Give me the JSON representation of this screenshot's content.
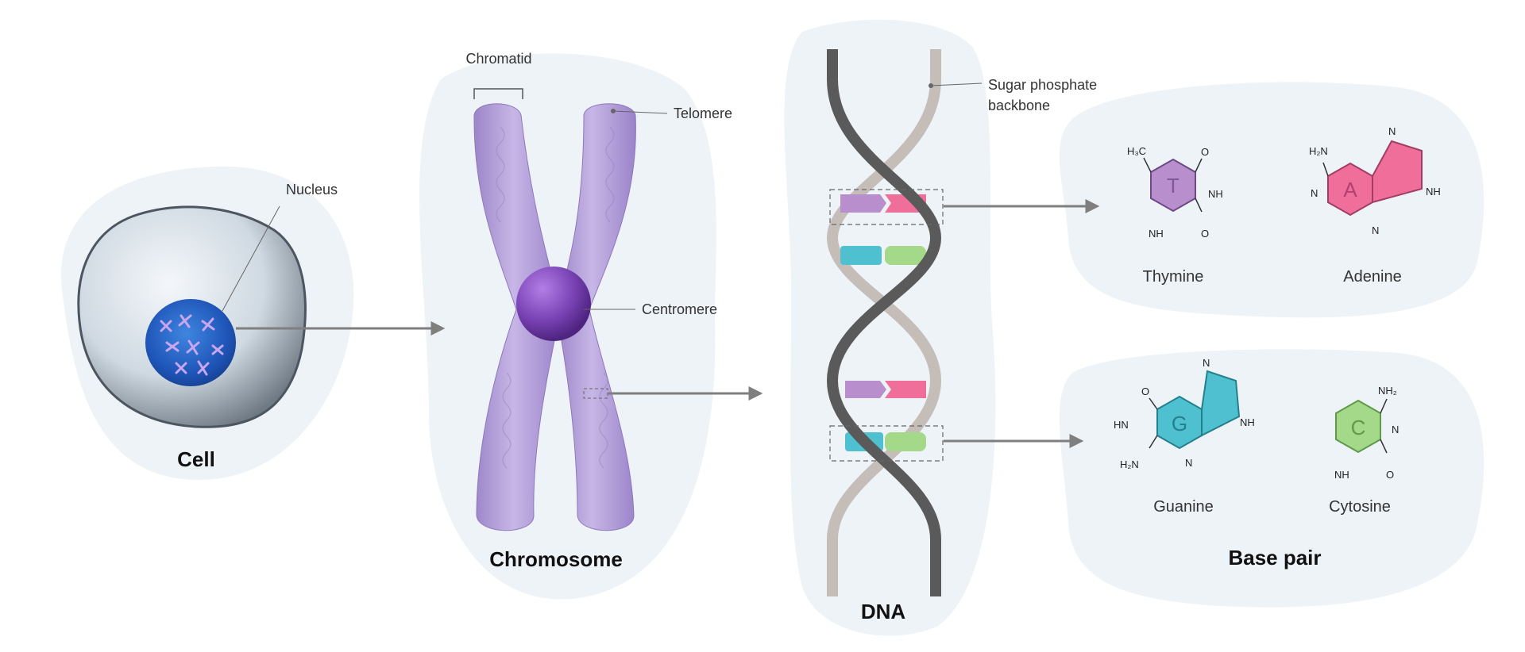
{
  "labels": {
    "chromatid": "Chromatid",
    "telomere": "Telomere",
    "nucleus": "Nucleus",
    "centromere": "Centromere",
    "backbone_line1": "Sugar phosphate",
    "backbone_line2": "backbone"
  },
  "captions": {
    "cell": "Cell",
    "chromosome": "Chromosome",
    "dna": "DNA",
    "base_pair": "Base pair"
  },
  "bases": {
    "thymine": {
      "name": "Thymine",
      "letter": "T",
      "color": "#b88fcc",
      "atoms": {
        "methyl": "H₃C",
        "o_top": "O",
        "nh_right": "NH",
        "o_bottom": "O",
        "nh_bottom": "NH"
      }
    },
    "adenine": {
      "name": "Adenine",
      "letter": "A",
      "color": "#ef6f9a",
      "atoms": {
        "nh2": "H₂N",
        "n_left": "N",
        "n_bottom": "N",
        "n_top": "N",
        "nh_right": "NH"
      }
    },
    "guanine": {
      "name": "Guanine",
      "letter": "G",
      "color": "#4fc0cf",
      "atoms": {
        "o_top": "O",
        "hn_left": "HN",
        "h2n": "H₂N",
        "n_bottom": "N",
        "n_top": "N",
        "nh_right": "NH"
      }
    },
    "cytosine": {
      "name": "Cytosine",
      "letter": "C",
      "color": "#a5d98a",
      "atoms": {
        "nh2": "NH₂",
        "n_right": "N",
        "nh_bottom": "NH",
        "o_bottom": "O"
      }
    }
  },
  "colors": {
    "background_blob": "#eef3f8",
    "chromosome": "#b49fd6",
    "centromere": "#7a43b5",
    "nucleus": "#2a5fbf",
    "strand_dark": "#5a5a5a",
    "strand_light": "#c4bdb8",
    "arrow": "#7f7f7f",
    "base_purple": "#b88fcc",
    "base_pink": "#ef6f9a",
    "base_cyan": "#4fc0cf",
    "base_green": "#a5d98a"
  }
}
